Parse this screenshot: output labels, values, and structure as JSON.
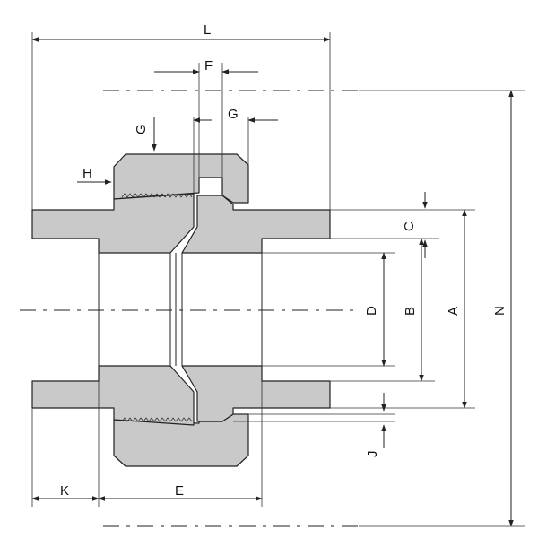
{
  "diagram": {
    "dimension_labels": {
      "L": "L",
      "F": "F",
      "G_top": "G",
      "G_side": "G",
      "H": "H",
      "C": "C",
      "D": "D",
      "B": "B",
      "A": "A",
      "N": "N",
      "J": "J",
      "K": "K",
      "E": "E"
    },
    "colors": {
      "body_fill": "#c9c9c9",
      "line": "#222222",
      "background": "#ffffff"
    }
  }
}
